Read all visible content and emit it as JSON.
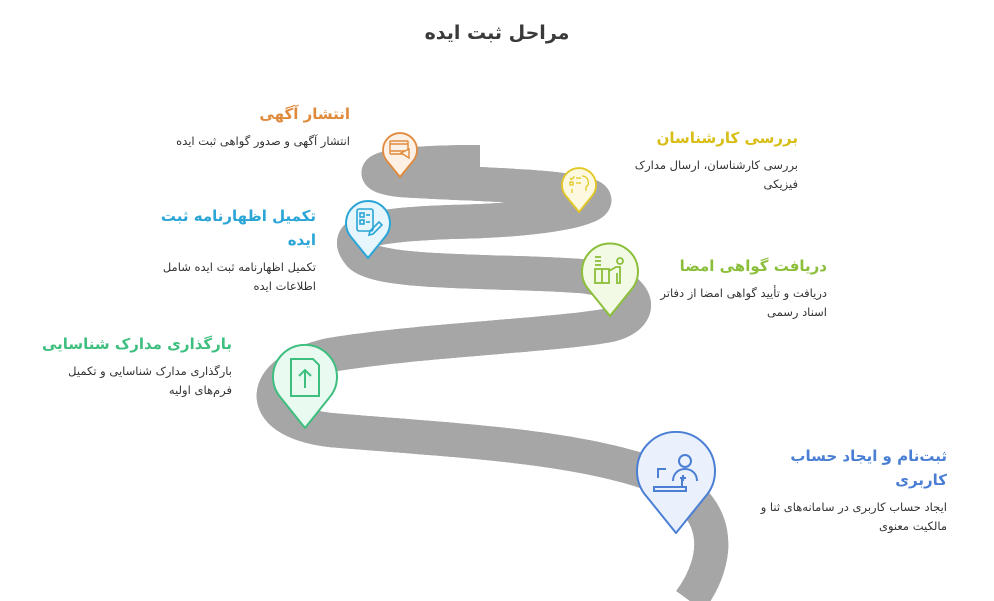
{
  "title": "مراحل ثبت ایده",
  "steps": [
    {
      "id": "registration",
      "heading": "ثبت‌نام و ایجاد حساب کاربری",
      "description": "ایجاد حساب کاربری در سامانه‌های ثنا و مالکیت معنوی",
      "icon": "user-laptop-icon",
      "color": "#4a7fd4",
      "fill": "#eaf1fc"
    },
    {
      "id": "upload-documents",
      "heading": "بارگذاری مدارک شناسایی",
      "description": "بارگذاری مدارک شناسایی و تکمیل فرم‌های اولیه",
      "icon": "file-upload-icon",
      "color": "#3fbf7f",
      "fill": "#e9faf1"
    },
    {
      "id": "signature-certificate",
      "heading": "دریافت گواهی امضا",
      "description": "دریافت و تأیید گواهی امضا از دفاتر اسناد رسمی",
      "icon": "office-desk-icon",
      "color": "#8bbf3a",
      "fill": "#f2f9e4"
    },
    {
      "id": "declaration-form",
      "heading": "تکمیل اظهارنامه ثبت ایده",
      "description": "تکمیل اظهارنامه ثبت ایده شامل اطلاعات ایده",
      "icon": "form-pencil-icon",
      "color": "#2aa5d6",
      "fill": "#e6f6fc"
    },
    {
      "id": "expert-review",
      "heading": "بررسی کارشناسان",
      "description": "بررسی کارشناسان، ارسال مدارک فیزیکی",
      "icon": "checklist-head-icon",
      "color": "#e3c823",
      "fill": "#fdf9e0"
    },
    {
      "id": "publication",
      "heading": "انتشار آگهی",
      "description": "انتشار آگهی و صدور گواهی ثبت ایده",
      "icon": "film-megaphone-icon",
      "color": "#e08a3c",
      "fill": "#fdf0e4"
    }
  ]
}
